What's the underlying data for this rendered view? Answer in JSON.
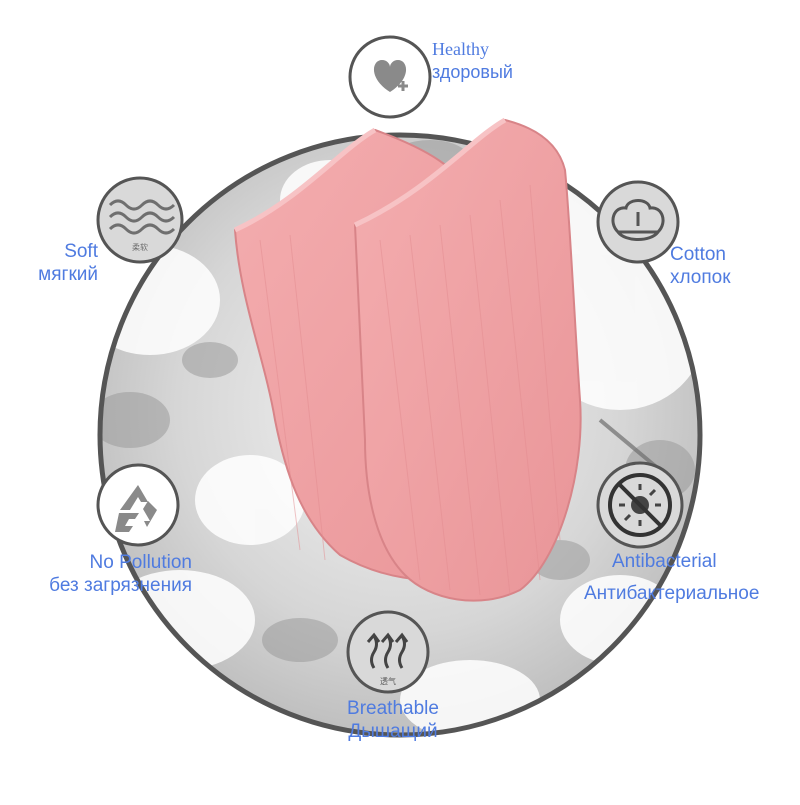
{
  "features": {
    "healthy": {
      "icon": "heart-plus-icon",
      "en": "Healthy",
      "ru": "здоровый"
    },
    "soft": {
      "icon": "waves-icon",
      "en": "Soft",
      "ru": "мягкий",
      "caption": "柔软"
    },
    "cotton": {
      "icon": "cotton-boll-icon",
      "en": "Cotton",
      "ru": "хлопок"
    },
    "no_pollution": {
      "icon": "recycle-icon",
      "en": "No Pollution",
      "ru": "без загрязнения"
    },
    "antibacterial": {
      "icon": "no-bacteria-icon",
      "en": "Antibacterial",
      "ru": "Антибактериальное"
    },
    "breathable": {
      "icon": "airflow-arrows-icon",
      "en": "Breathable",
      "ru": "Дышащий",
      "caption": "透气"
    }
  },
  "colors": {
    "label": "#4f7be0",
    "sock": "#f0a3a6",
    "ring": "#555555",
    "icon_gray": "#8a8a8a"
  }
}
